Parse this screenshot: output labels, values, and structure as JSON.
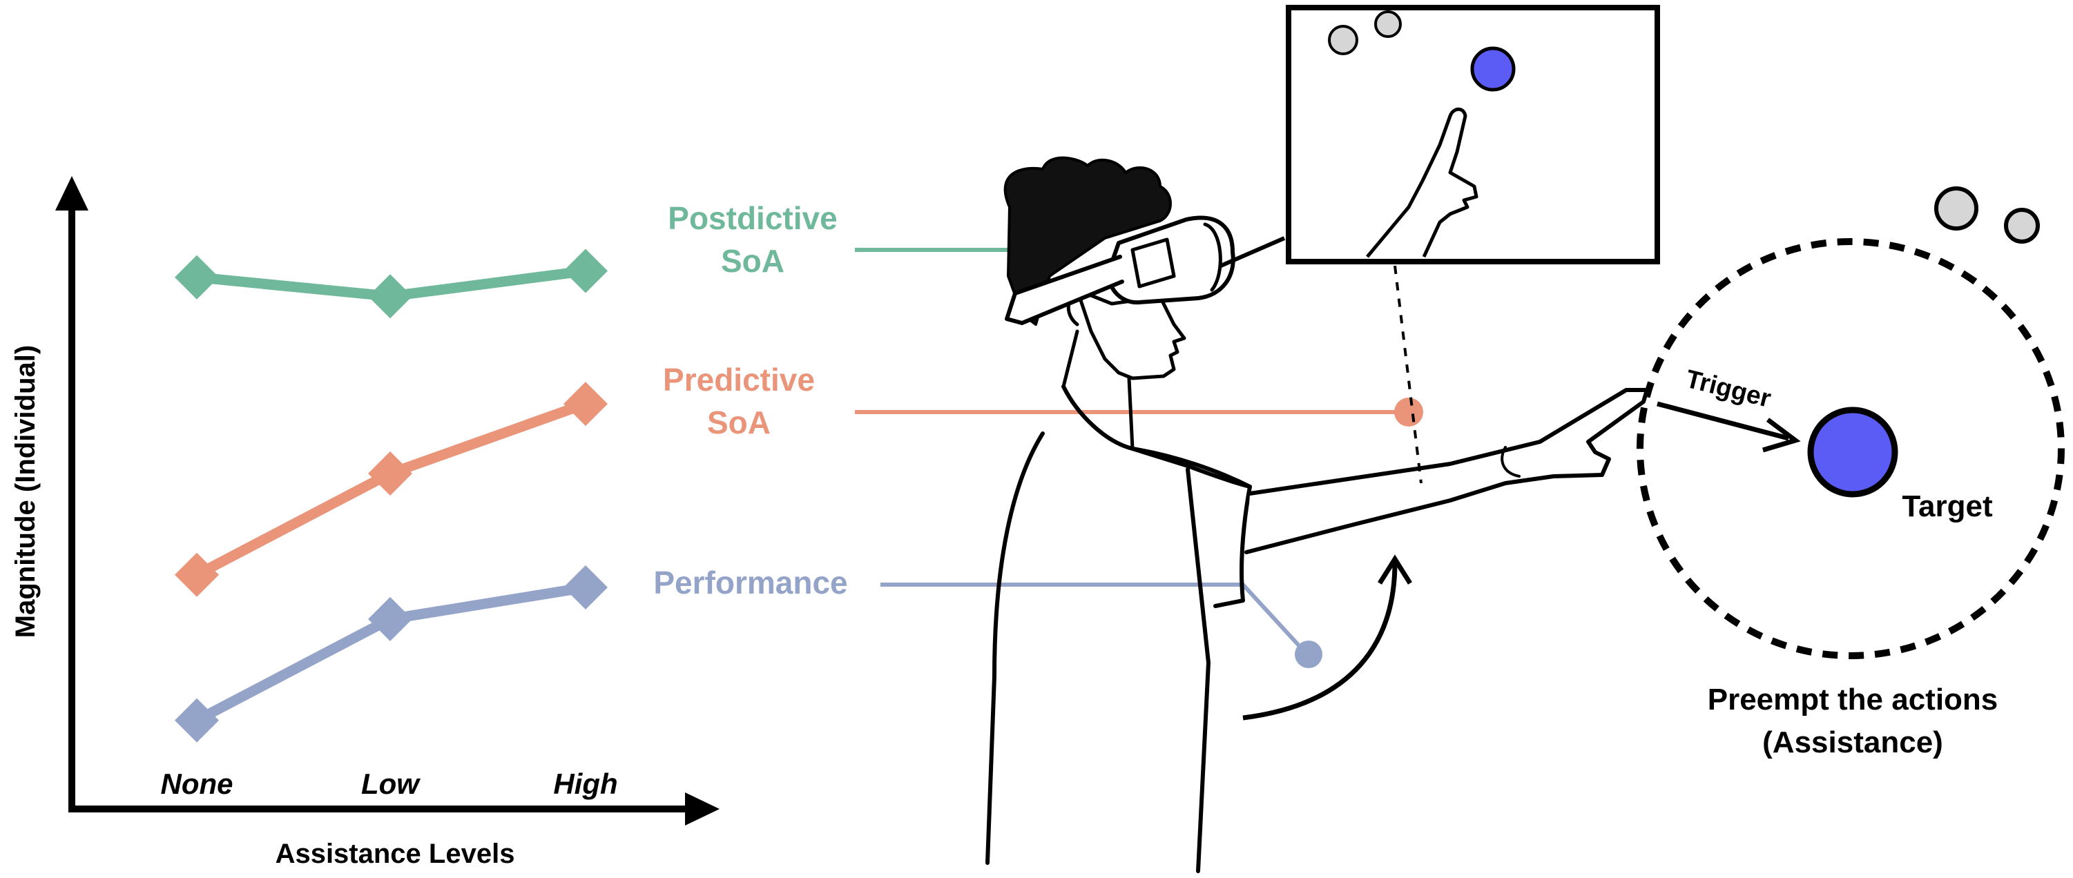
{
  "colors": {
    "postdictive": "#6fb89b",
    "predictive": "#ea957a",
    "performance": "#94a3c8",
    "target": "#5b5cf5",
    "distractor": "#d6d6d6",
    "ink": "#000000"
  },
  "chart_data": {
    "type": "line",
    "categories": [
      "None",
      "Low",
      "High"
    ],
    "xlabel": "Assistance Levels",
    "ylabel": "Magnitude (Individual)",
    "ylim": [
      0,
      100
    ],
    "grid": false,
    "series": [
      {
        "key": "postdictive",
        "name": "Postdictive SoA",
        "label_lines": [
          "Postdictive",
          "SoA"
        ],
        "values": [
          84,
          81,
          85
        ]
      },
      {
        "key": "predictive",
        "name": "Predictive SoA",
        "label_lines": [
          "Predictive",
          "SoA"
        ],
        "values": [
          37,
          53,
          64
        ]
      },
      {
        "key": "performance",
        "name": "Performance",
        "label_lines": [
          "Performance"
        ],
        "values": [
          14,
          30,
          35
        ]
      }
    ]
  },
  "illustration": {
    "trigger_label": "Trigger",
    "target_label": "Target",
    "caption_lines": [
      "Preempt the actions",
      "(Assistance)"
    ],
    "icons": {
      "person": "person-with-vr-headset-pointing-icon",
      "inset": "vr-view-pointing-hand-icon"
    }
  }
}
